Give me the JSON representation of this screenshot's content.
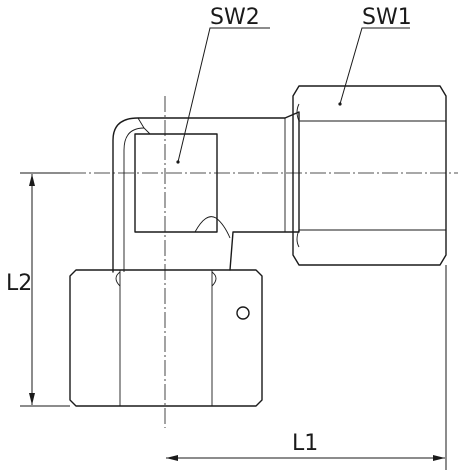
{
  "labels": {
    "sw2": "SW2",
    "sw1": "SW1",
    "l2": "L2",
    "l1": "L1"
  },
  "colors": {
    "line": "#1a1a1a",
    "background": "#ffffff"
  }
}
